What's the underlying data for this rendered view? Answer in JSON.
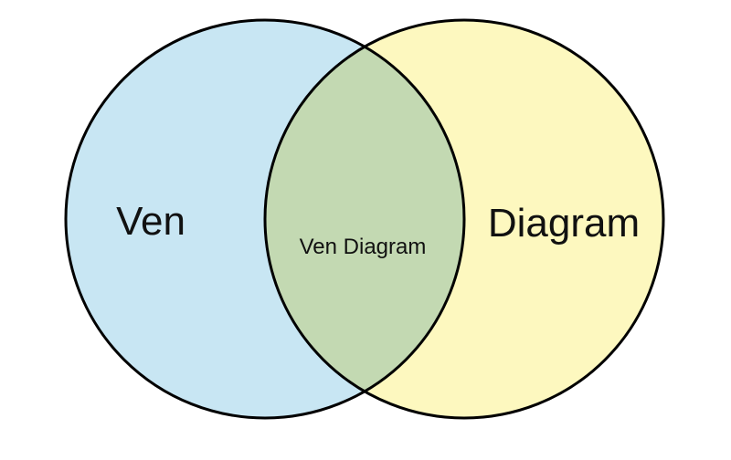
{
  "diagram": {
    "left_set": {
      "label": "Ven",
      "color": "#c8e6f3"
    },
    "right_set": {
      "label": "Diagram",
      "color": "#fdf8bf"
    },
    "intersection": {
      "label": "Ven Diagram",
      "color": "#c3d9b2"
    },
    "stroke_color": "#000000"
  }
}
